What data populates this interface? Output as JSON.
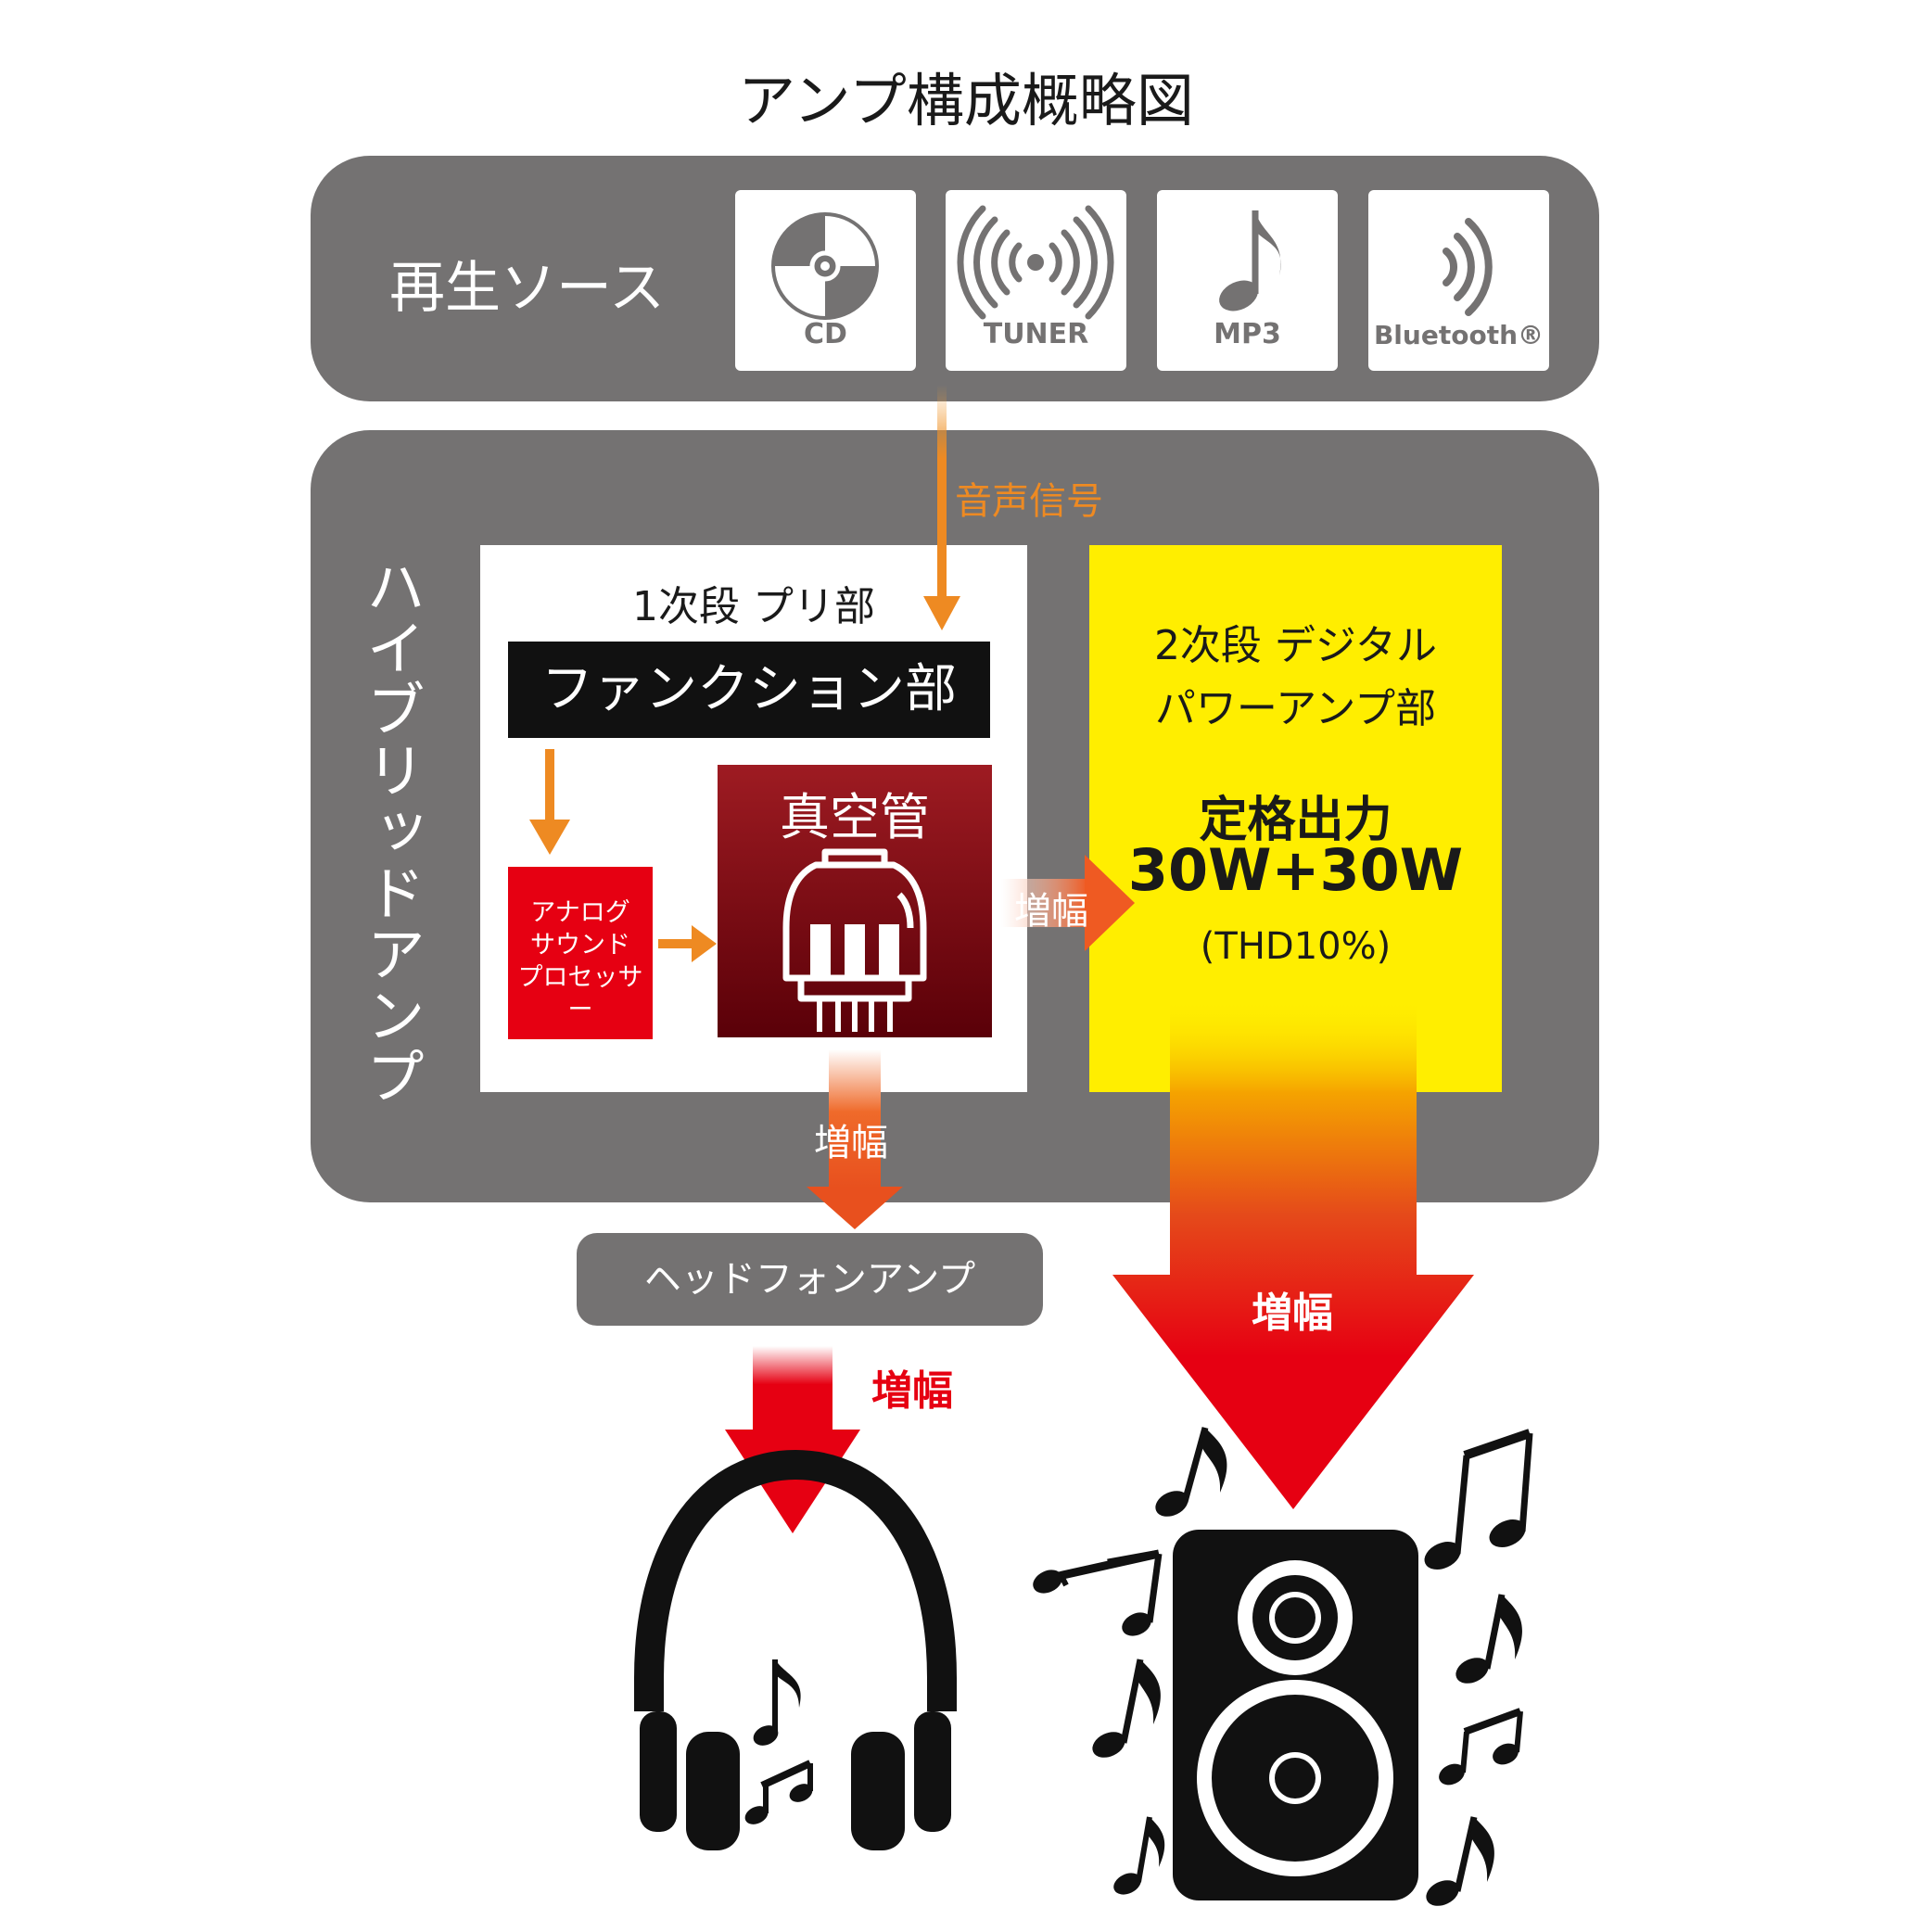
{
  "title": "アンプ構成概略図",
  "sources": {
    "label": "再生ソース",
    "items": [
      {
        "label": "CD",
        "icon": "cd-icon"
      },
      {
        "label": "TUNER",
        "icon": "tuner-icon"
      },
      {
        "label": "MP3",
        "icon": "music-note-icon"
      },
      {
        "label": "Bluetooth®",
        "icon": "bluetooth-signal-icon"
      }
    ]
  },
  "signal_label": "音声信号",
  "hybrid_label": "ハイブリッドアンプ",
  "pre_stage": {
    "title": "1次段 プリ部",
    "function": "ファンクション部",
    "analog_lines": [
      "アナログ",
      "サウンド",
      "プロセッサー"
    ],
    "tube": "真空管"
  },
  "power_stage": {
    "title_lines": [
      "2次段 デジタル",
      "パワーアンプ部"
    ],
    "rated_label": "定格出力",
    "rated_value": "30W+30W",
    "thd": "(THD10%)"
  },
  "amplify_label": "増幅",
  "headphone_amp": "ヘッドフォンアンプ",
  "colors": {
    "panel": "#747272",
    "orange": "#ee8a22",
    "red": "#e60012",
    "yellow": "#ffee00",
    "tube_top": "#9e1b22",
    "tube_bottom": "#5a0008"
  }
}
